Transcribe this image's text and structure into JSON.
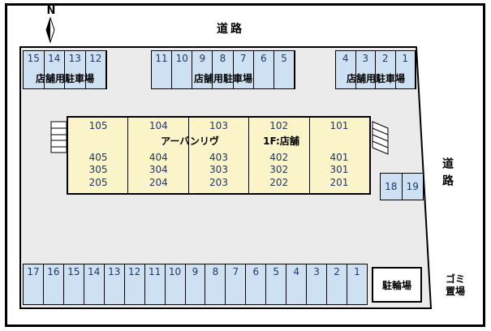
{
  "compass": {
    "label": "N"
  },
  "roads": {
    "top": "道路",
    "right": "道路"
  },
  "parking_top": {
    "groups": [
      {
        "label": "店舗用駐車場",
        "spaces": [
          "15",
          "14",
          "13",
          "12"
        ]
      },
      {
        "label": "店舗用駐車場",
        "spaces": [
          "11",
          "10",
          "9",
          "8",
          "7",
          "6",
          "5"
        ]
      },
      {
        "label": "店舗用駐車場",
        "spaces": [
          "4",
          "3",
          "2",
          "1"
        ]
      }
    ]
  },
  "building": {
    "name": "アーバンリヴ",
    "floor_label": "1F:店舗",
    "floors": [
      {
        "units": [
          "105",
          "104",
          "103",
          "102",
          "101"
        ]
      },
      {
        "units": [
          "405",
          "404",
          "403",
          "402",
          "401"
        ]
      },
      {
        "units": [
          "305",
          "304",
          "303",
          "302",
          "301"
        ]
      },
      {
        "units": [
          "205",
          "204",
          "203",
          "202",
          "201"
        ]
      }
    ]
  },
  "parking_side": {
    "spaces": [
      "18",
      "19"
    ]
  },
  "parking_bottom": {
    "spaces": [
      "17",
      "16",
      "15",
      "14",
      "13",
      "12",
      "11",
      "10",
      "9",
      "8",
      "7",
      "6",
      "5",
      "4",
      "3",
      "2",
      "1"
    ]
  },
  "bicycle_area": {
    "label": "駐輪場"
  },
  "garbage_area": {
    "line1": "ゴミ",
    "line2": "置場"
  },
  "colors": {
    "parking_fill": "#cde1f2",
    "building_fill": "#fbf4c8",
    "site_fill": "#ebebeb"
  }
}
